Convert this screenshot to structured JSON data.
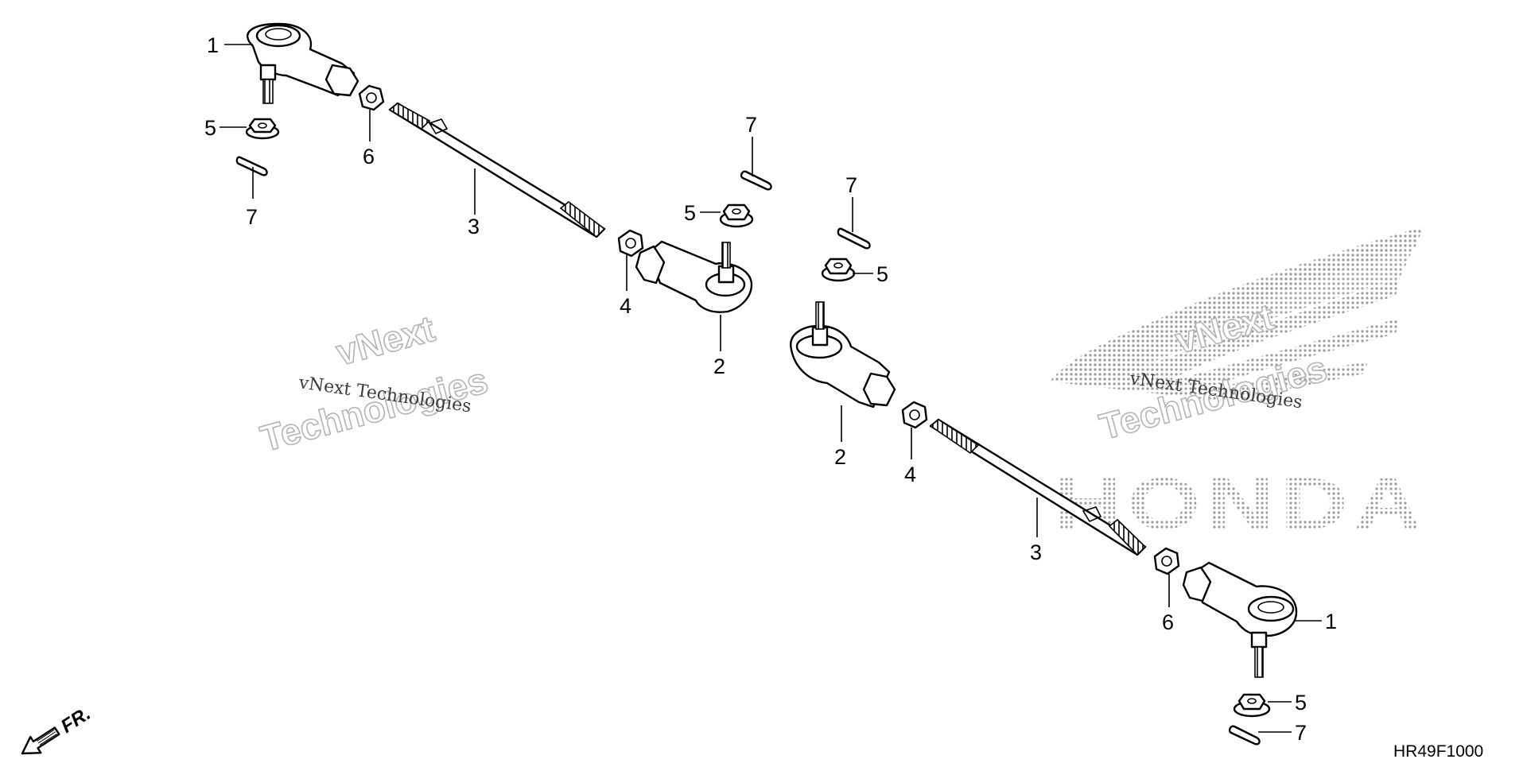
{
  "diagram": {
    "figure_code": "HR49F1000",
    "direction_label": "FR.",
    "callouts": {
      "c1a": "1",
      "c1b": "1",
      "c2a": "2",
      "c2b": "2",
      "c3a": "3",
      "c3b": "3",
      "c4a": "4",
      "c4b": "4",
      "c5a": "5",
      "c5b": "5",
      "c5c": "5",
      "c5d": "5",
      "c6a": "6",
      "c6b": "6",
      "c7a": "7",
      "c7b": "7",
      "c7c": "7",
      "c7d": "7"
    }
  },
  "watermarks": {
    "left_big_1": "vNext",
    "left_big_2": "Technologies",
    "left_small": "vNext Technologies",
    "right_big_1": "vNext",
    "right_big_2": "Technologies",
    "right_small": "vNext Technologies"
  },
  "brand_logo": {
    "text": "HONDA"
  }
}
